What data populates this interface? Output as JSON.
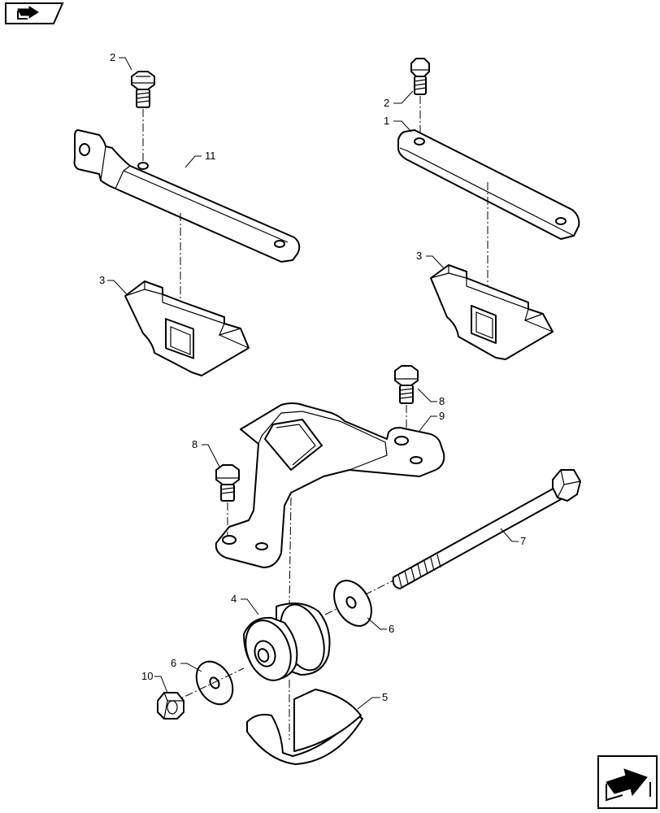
{
  "page": {
    "nav_prev_icon": "arrow-back-icon",
    "nav_next_icon": "arrow-forward-icon"
  },
  "callouts": {
    "c1": "1",
    "c2a": "2",
    "c2b": "2",
    "c3a": "3",
    "c3b": "3",
    "c4": "4",
    "c5": "5",
    "c6a": "6",
    "c6b": "6",
    "c7": "7",
    "c8a": "8",
    "c8b": "8",
    "c9": "9",
    "c10": "10",
    "c11": "11"
  },
  "colors": {
    "line": "#000000",
    "background": "#ffffff"
  }
}
